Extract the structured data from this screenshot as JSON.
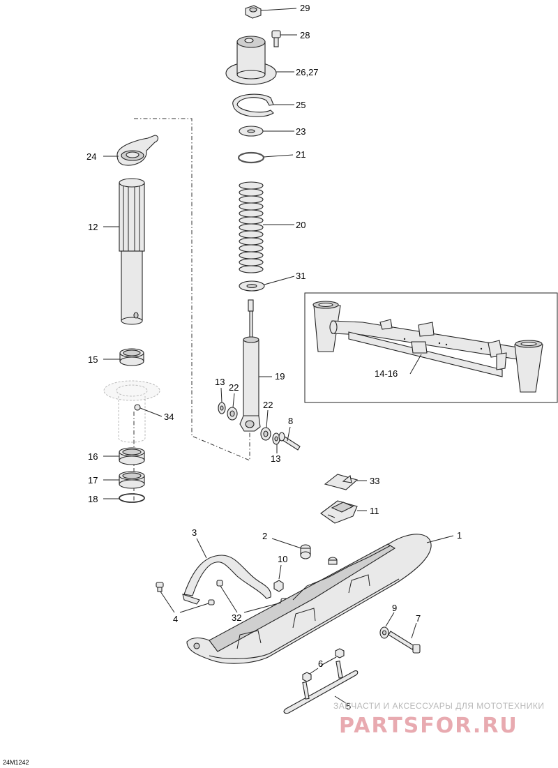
{
  "diagram_code": "24M1242",
  "watermark": {
    "tagline": "ЗАПЧАСТИ И АКСЕССУАРЫ ДЛЯ МОТОТЕХНИКИ",
    "brand": "PARTSFOR.RU"
  },
  "callouts": {
    "c29": "29",
    "c28": "28",
    "c26_27": "26,27",
    "c25": "25",
    "c23": "23",
    "c21": "21",
    "c24": "24",
    "c20": "20",
    "c12": "12",
    "c31": "31",
    "c14_16": "14-16",
    "c15": "15",
    "c19": "19",
    "c13a": "13",
    "c22a": "22",
    "c22b": "22",
    "c34": "34",
    "c8": "8",
    "c16": "16",
    "c13b": "13",
    "c17": "17",
    "c18": "18",
    "c33": "33",
    "c11": "11",
    "c3": "3",
    "c2": "2",
    "c1": "1",
    "c10": "10",
    "c4": "4",
    "c32": "32",
    "c9": "9",
    "c7": "7",
    "c6": "6",
    "c5": "5"
  }
}
